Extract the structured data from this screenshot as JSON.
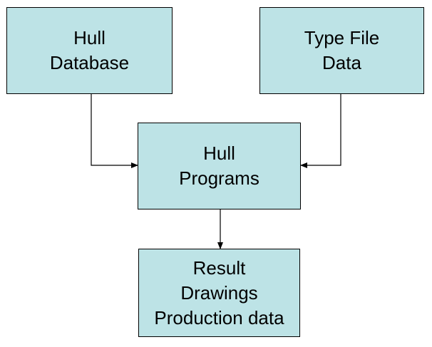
{
  "diagram": {
    "nodes": [
      {
        "id": "hull-database",
        "lines": [
          "Hull",
          "Database"
        ]
      },
      {
        "id": "type-file-data",
        "lines": [
          "Type File",
          "Data"
        ]
      },
      {
        "id": "hull-programs",
        "lines": [
          "Hull",
          "Programs"
        ]
      },
      {
        "id": "result",
        "lines": [
          "Result",
          "Drawings",
          "Production data"
        ]
      }
    ],
    "edges": [
      {
        "from": "hull-database",
        "to": "hull-programs"
      },
      {
        "from": "type-file-data",
        "to": "hull-programs"
      },
      {
        "from": "hull-programs",
        "to": "result"
      }
    ],
    "colors": {
      "box_fill": "#bde3e6",
      "box_border": "#000000",
      "text": "#000000",
      "connector": "#000000",
      "background": "#ffffff"
    }
  }
}
